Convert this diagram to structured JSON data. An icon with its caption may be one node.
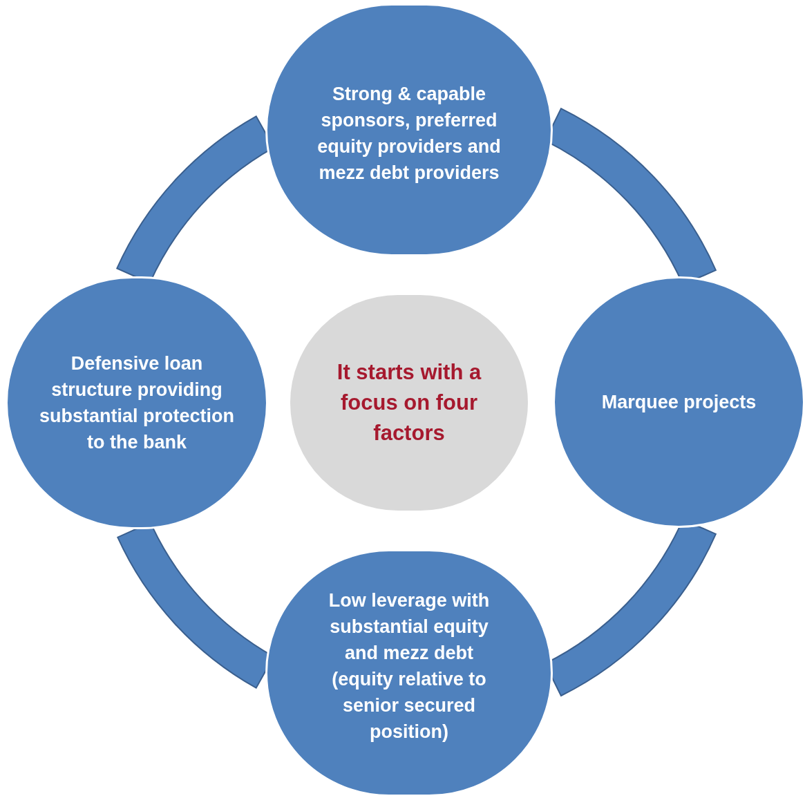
{
  "diagram": {
    "nodes": [
      {
        "text": [
          "Strong & capable sponsors, preferred equity providers and mezz debt providers"
        ]
      },
      {
        "text": [
          "Marquee projects"
        ]
      },
      {
        "text": [
          "Low leverage with substantial equity and mezz debt (equity relative to senior secured position)"
        ]
      },
      {
        "text": [
          "Defensive loan structure providing substantial protection to the bank"
        ]
      },
      {
        "text": [
          "It starts with a focus on four factors"
        ]
      }
    ],
    "edges": [
      {
        "from": 0,
        "to": 1,
        "arrow": "none"
      },
      {
        "from": 1,
        "to": 2,
        "arrow": "none"
      },
      {
        "from": 2,
        "to": 3,
        "arrow": "none"
      },
      {
        "from": 3,
        "to": 0,
        "arrow": "none"
      }
    ]
  }
}
